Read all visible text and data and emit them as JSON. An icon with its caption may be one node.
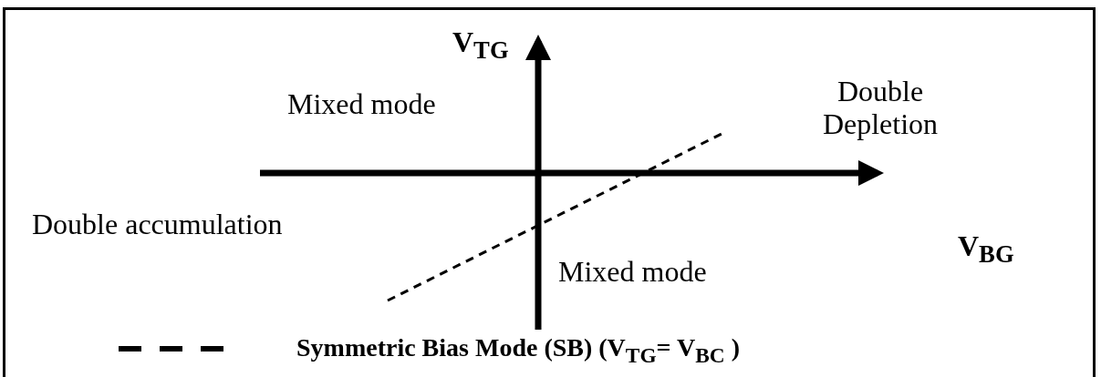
{
  "diagram": {
    "labels": [
      "V$_{TG}$",
      "Mixed mode",
      "Double Depletion",
      "Double accumulation",
      "V$_{BG}$",
      "Mixed mode"
    ],
    "legend": [
      {
        "text": "Symmetric Bias Mode (SB) (V$_{TG}$= V$_{BC}$ )"
      }
    ]
  }
}
